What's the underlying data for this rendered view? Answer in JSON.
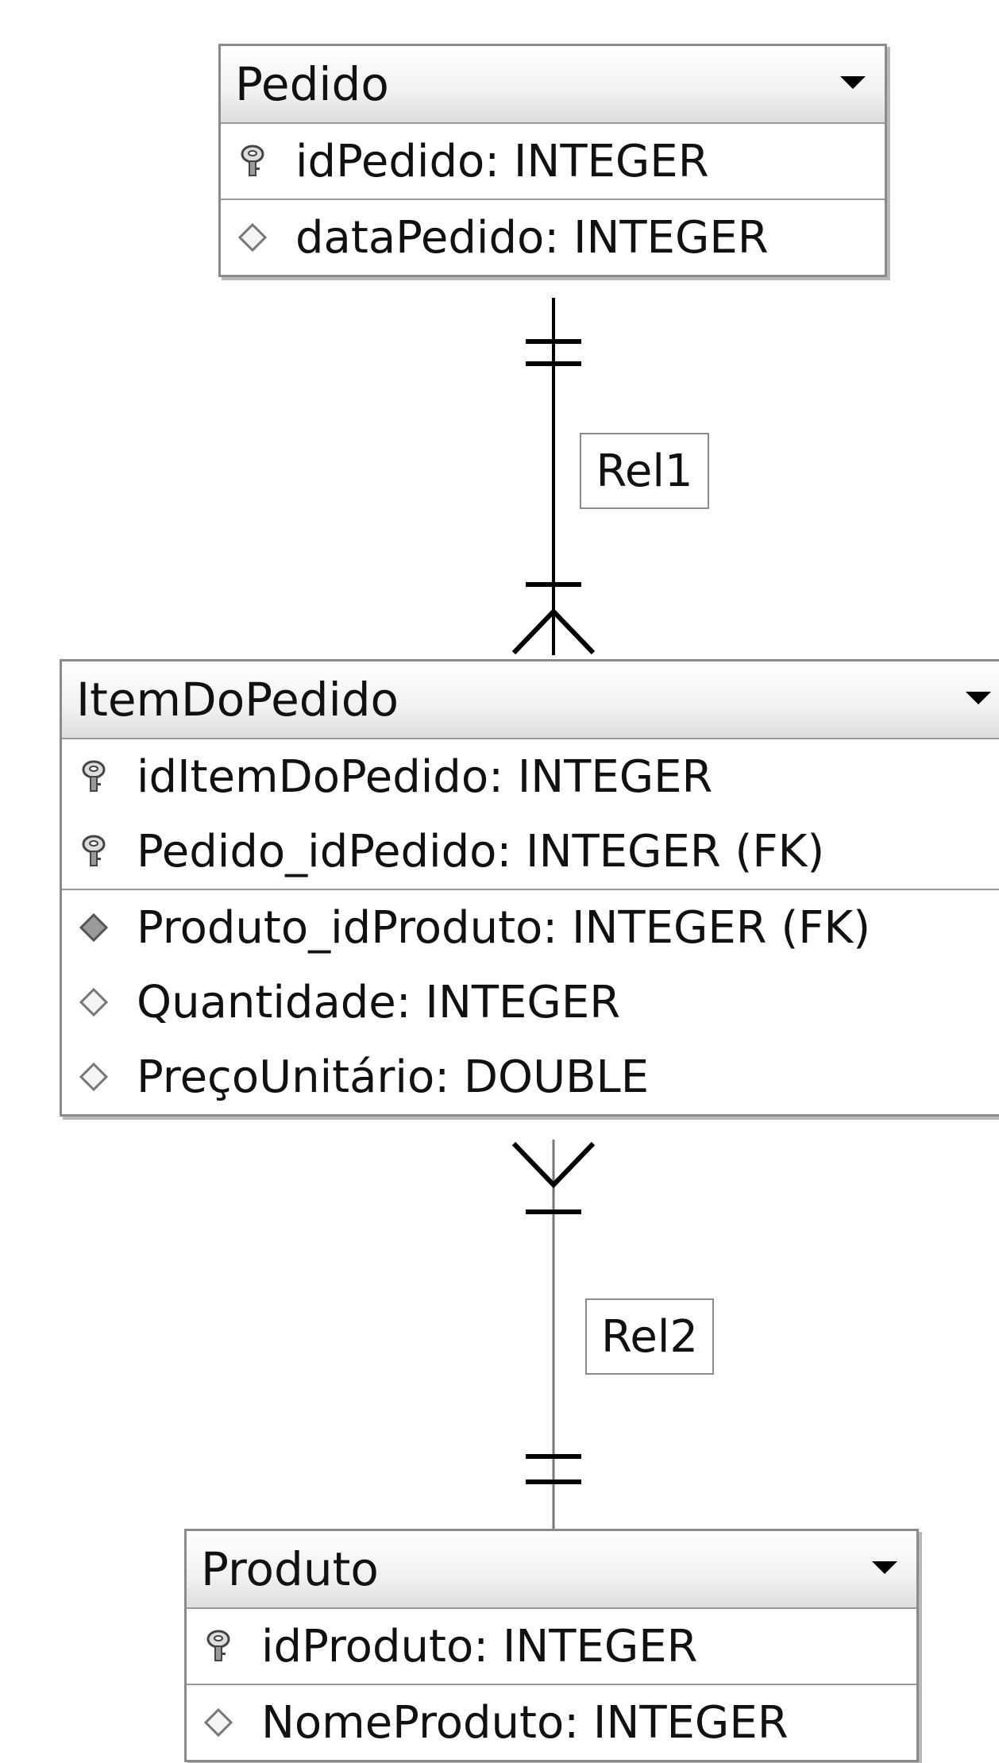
{
  "entities": {
    "pedido": {
      "name": "Pedido",
      "pk_fields": [
        "idPedido: INTEGER"
      ],
      "fields": [
        "dataPedido: INTEGER"
      ]
    },
    "itemdopedido": {
      "name": "ItemDoPedido",
      "pk_fields": [
        "idItemDoPedido: INTEGER",
        "Pedido_idPedido: INTEGER (FK)"
      ],
      "fields": [
        "Produto_idProduto: INTEGER (FK)",
        "Quantidade: INTEGER",
        "PreçoUnitário: DOUBLE"
      ]
    },
    "produto": {
      "name": "Produto",
      "pk_fields": [
        "idProduto: INTEGER"
      ],
      "fields": [
        "NomeProduto: INTEGER"
      ]
    }
  },
  "relationships": [
    {
      "label": "Rel1",
      "from": "Pedido",
      "to": "ItemDoPedido"
    },
    {
      "label": "Rel2",
      "from": "Produto",
      "to": "ItemDoPedido"
    }
  ]
}
